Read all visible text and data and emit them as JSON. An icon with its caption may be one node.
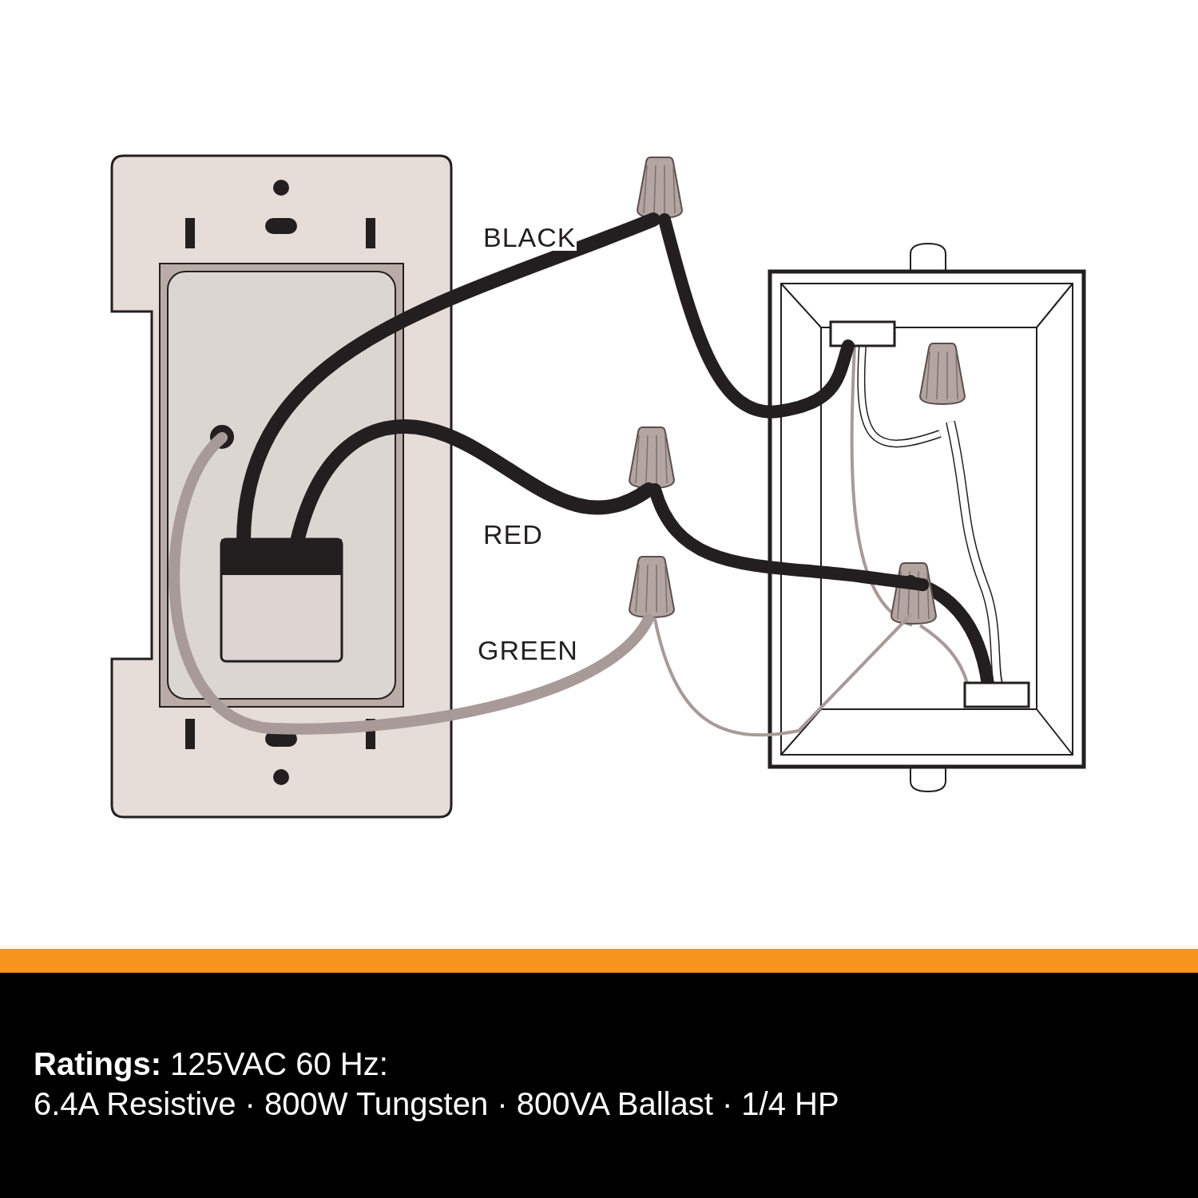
{
  "diagram": {
    "nodes": [
      {
        "text": [],
        "shape": "picture"
      },
      {
        "text": [],
        "shape": "picture"
      },
      {
        "text": [],
        "shape": "picture"
      },
      {
        "text": [],
        "shape": "picture"
      },
      {
        "text": [],
        "shape": "picture"
      }
    ],
    "edges": [
      {
        "from": 0,
        "to": 1,
        "arrow": "none",
        "label": "BLACK"
      },
      {
        "from": 0,
        "to": 2,
        "arrow": "none",
        "label": "RED"
      },
      {
        "from": 0,
        "to": 3,
        "arrow": "none",
        "label": "GREEN",
        "color": "#a89a98"
      },
      {
        "from": 1,
        "to": 4,
        "arrow": "none"
      },
      {
        "from": 2,
        "to": 4,
        "arrow": "none"
      },
      {
        "from": 3,
        "to": 4,
        "arrow": "none",
        "color": "#a89a98"
      }
    ],
    "labels": [
      "**Ratings:** 125VAC 60 Hz:",
      "6.4A Resistive · 800W Tungsten · 800VA Ballast · 1/4 HP"
    ]
  }
}
